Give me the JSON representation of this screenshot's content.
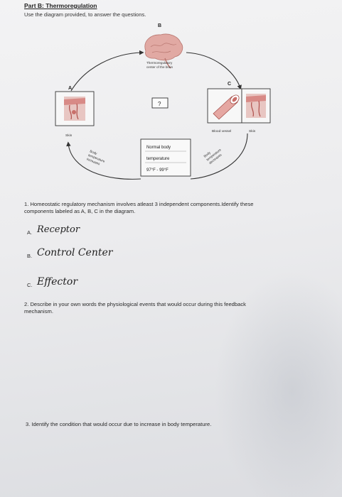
{
  "header": {
    "title": "Part B: Thermoregulation",
    "instruction": "Use the diagram provided, to answer the questions."
  },
  "diagram": {
    "label_a": "A",
    "label_b": "B",
    "label_c": "C",
    "thermo_center_line1": "Thermoregulatory",
    "thermo_center_line2": "center of the brain",
    "question_box": "?",
    "skin_left": "Skin",
    "skin_right": "Skin",
    "blood_vessel": "Blood vessel",
    "temp_increases_line1": "Body",
    "temp_increases_line2": "temperature",
    "temp_increases_line3": "increases",
    "temp_decreases_line1": "Body",
    "temp_decreases_line2": "temperature",
    "temp_decreases_line3": "decreases",
    "normal_line1": "Normal body",
    "normal_line2": "temperature",
    "normal_line3": "97°F - 99°F"
  },
  "questions": {
    "q1_line1": "1. Homeostatic regulatory mechanism involves atleast 3 independent components.Identify these",
    "q1_line2": "components labeled as A, B, C in the diagram.",
    "answer_a_label": "A.",
    "answer_a": "Receptor",
    "answer_b_label": "B.",
    "answer_b": "Control Center",
    "answer_c_label": "C.",
    "answer_c": "Effector",
    "q2_line1": "2. Describe in your own words the physiological events that would occur during this feedback",
    "q2_line2": "mechanism.",
    "q3": "3. Identify the condition that would occur due to increase in body temperature."
  },
  "colors": {
    "ink": "#222222",
    "arrow": "#333333",
    "tissue": "#d88a86",
    "brain": "#e1a9a3"
  }
}
